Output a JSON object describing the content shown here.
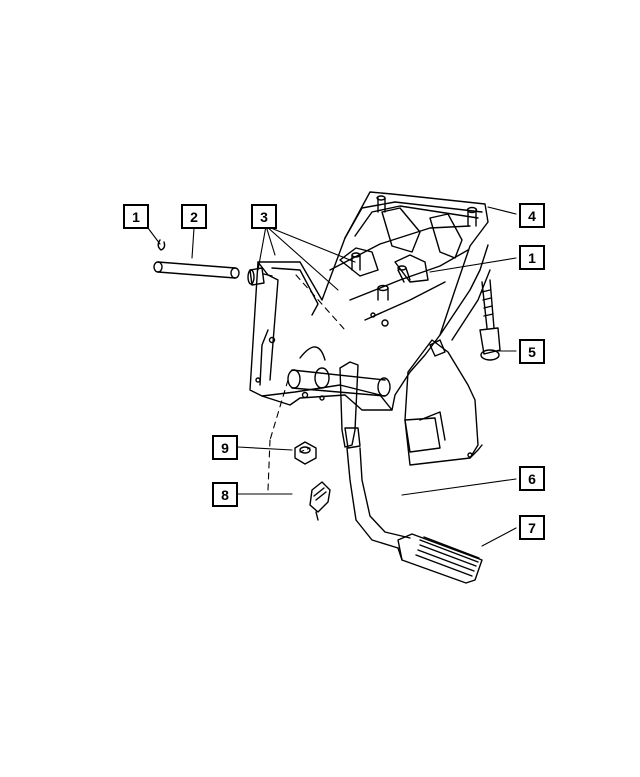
{
  "callouts": {
    "c1a": "1",
    "c2": "2",
    "c3": "3",
    "c4": "4",
    "c1b": "1",
    "c5": "5",
    "c6": "6",
    "c7": "7",
    "c8": "8",
    "c9": "9"
  }
}
